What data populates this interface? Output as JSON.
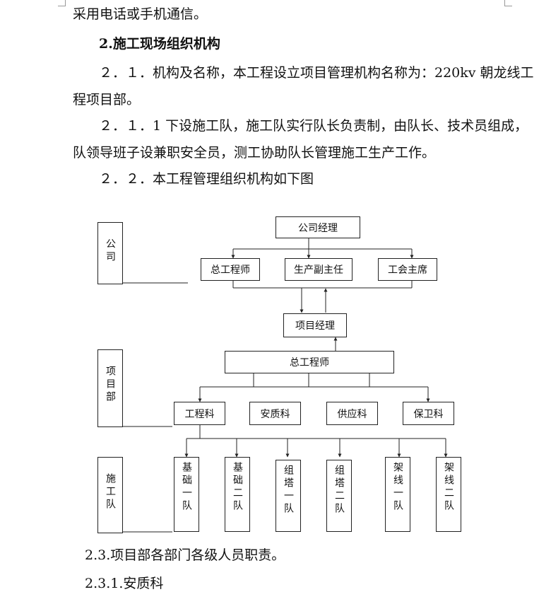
{
  "paragraphs": {
    "p0": "采用电话或手机通信。",
    "p1": "2.施工现场组织机构",
    "p2": "２．１．机构及名称，本工程设立项目管理机构名称为：220kv 朝龙线工",
    "p2b": "程项目部。",
    "p3": "２．１．1 下设施工队，施工队实行队长负责制，由队长、技术员组成，",
    "p3b": "队领导班子设兼职安全员，测工协助队长管理施工生产工作。",
    "p4": "２．２．本工程管理组织机构如下图",
    "p5": "2.3.项目部各部门各级人员职责。",
    "p6": "2.3.1.安质科"
  },
  "org": {
    "levels": {
      "company": "公司",
      "project": "项目部",
      "team": "施工队"
    },
    "general_manager": "公司经理",
    "chief_engineer_company": "总工程师",
    "deputy_production": "生产副主任",
    "union_chair": "工会主席",
    "project_manager": "项目经理",
    "chief_engineer_project": "总工程师",
    "departments": [
      "工程科",
      "安质科",
      "供应科",
      "保卫科"
    ],
    "teams": [
      "基础一队",
      "基础二队",
      "组塔一队",
      "组塔二队",
      "架线一队",
      "架线二队"
    ]
  }
}
